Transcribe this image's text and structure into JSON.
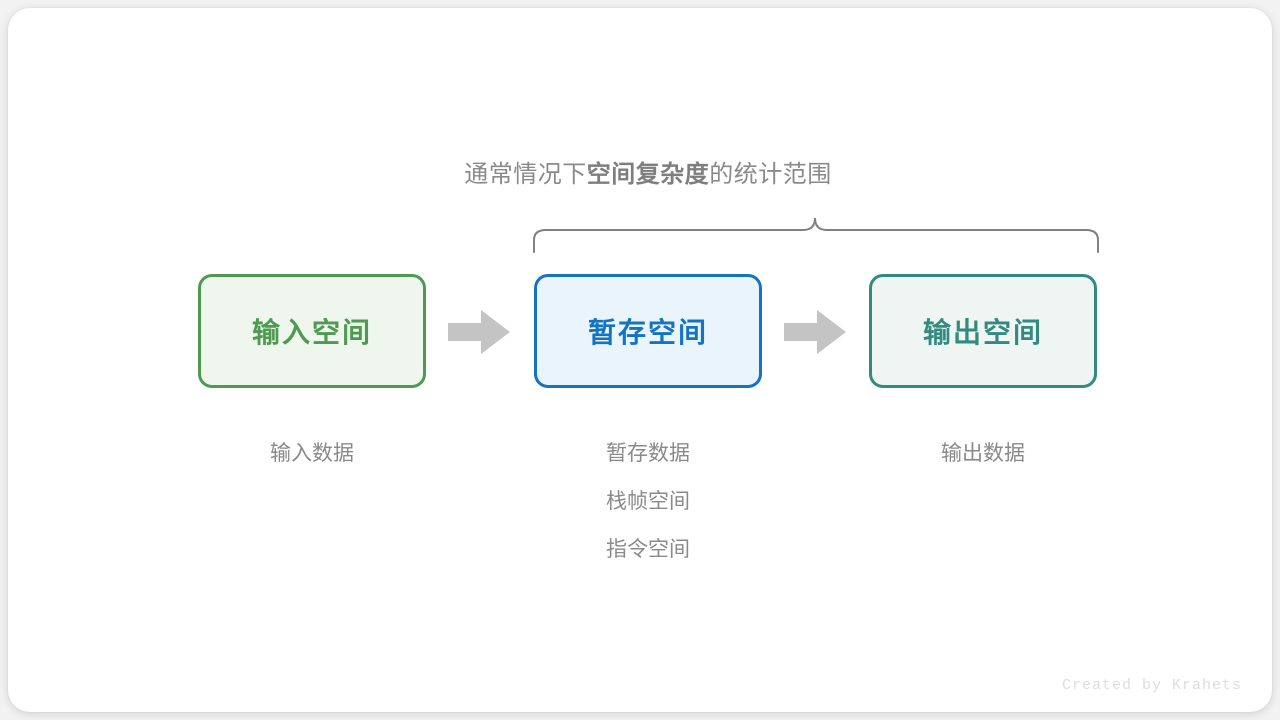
{
  "diagram": {
    "caption": {
      "prefix": "通常情况下",
      "emphasis": "空间复杂度",
      "suffix": "的统计范围"
    },
    "brace": {
      "icon": "curly-brace-up-icon",
      "color": "#808080"
    },
    "arrows": [
      {
        "icon": "arrow-right-icon",
        "color": "#c4c4c4"
      },
      {
        "icon": "arrow-right-icon",
        "color": "#c4c4c4"
      }
    ],
    "boxes": [
      {
        "id": "input-space",
        "label": "输入空间",
        "border_color": "#4e9a51",
        "fill_color": "#eef6ee",
        "text_color": "#4e9a51",
        "sublabels": [
          "输入数据"
        ]
      },
      {
        "id": "temp-space",
        "label": "暂存空间",
        "border_color": "#1574c2",
        "fill_color": "#eaf4fc",
        "text_color": "#1574c2",
        "sublabels": [
          "暂存数据",
          "栈帧空间",
          "指令空间"
        ]
      },
      {
        "id": "output-space",
        "label": "输出空间",
        "border_color": "#338a81",
        "fill_color": "#eef5f3",
        "text_color": "#338a81",
        "sublabels": [
          "输出数据"
        ]
      }
    ],
    "credit": "Created by Krahets"
  }
}
